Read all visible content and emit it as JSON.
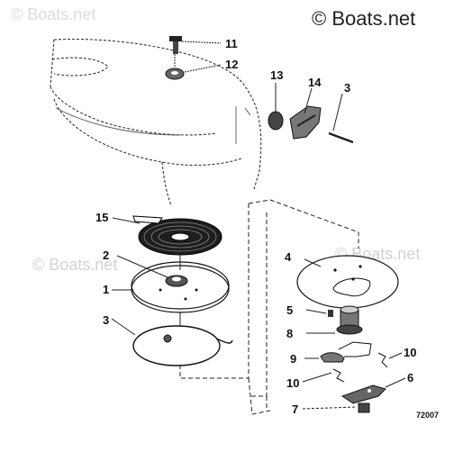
{
  "watermarks": {
    "top_left": "© Boats.net",
    "top_right": "© Boats.net",
    "mid_left": "© Boats.net",
    "mid_right": "© Boats.net"
  },
  "diagram_code": "72007",
  "callouts": {
    "c11": "11",
    "c12": "12",
    "c13": "13",
    "c14": "14",
    "c3_top": "3",
    "c15": "15",
    "c2": "2",
    "c1": "1",
    "c3_left": "3",
    "c4": "4",
    "c5": "5",
    "c8": "8",
    "c10_right": "10",
    "c9": "9",
    "c10_left": "10",
    "c6": "6",
    "c7": "7"
  }
}
